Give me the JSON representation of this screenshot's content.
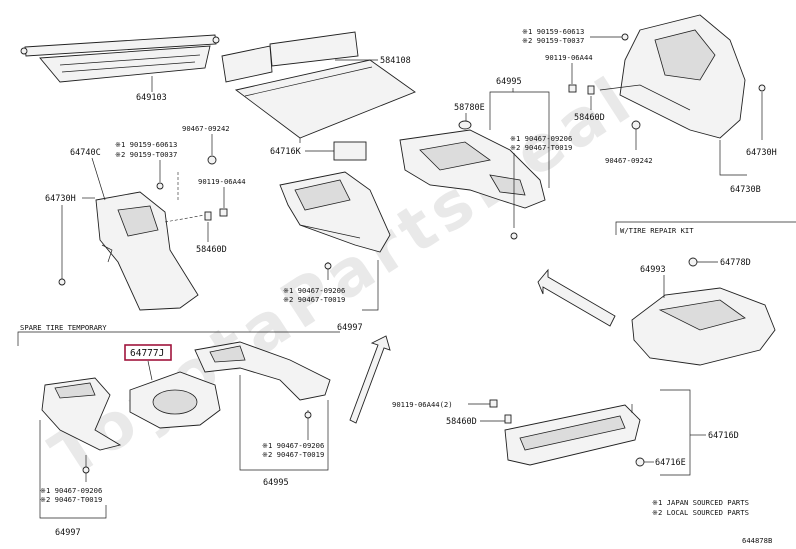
{
  "watermark": "ToyotaPartsDeal",
  "diagram_id": "644878B",
  "legend": {
    "line1": "※1 JAPAN SOURCED PARTS",
    "line2": "※2 LOCAL SOURCED PARTS"
  },
  "sections": {
    "spare_tire": "SPARE TIRE TEMPORARY",
    "wide_repair": "W/TIRE REPAIR KIT"
  },
  "labels": {
    "p649103": "649103",
    "p584108": "584108",
    "p64995_top": "64995",
    "p58780E": "58780E",
    "p90467_09206_a": "※1 90467-09206",
    "p90467_T0019_a": "※2 90467-T0019",
    "p90159_60613_tr": "※1 90159-60613",
    "p90159_T0037_tr": "※2 90159-T0037",
    "p90119_06A44_tr": "90119-06A44",
    "p58460D_tr": "58460D",
    "p90467_09242_tr": "90467-09242",
    "p64730H_r": "64730H",
    "p64730B": "64730B",
    "p64740C": "64740C",
    "p90159_60613_l": "※1 90159-60613",
    "p90159_T0037_l": "※2 90159-T0037",
    "p90467_09242_l": "90467-09242",
    "p64730H_l": "64730H",
    "p90119_06A44_l": "90119-06A44",
    "p58460D_l": "58460D",
    "p64716K": "64716K",
    "p90467_09206_c": "※1 90467-09206",
    "p90467_T0019_c": "※2 90467-T0019",
    "p64997_c": "64997",
    "p64993": "64993",
    "p64778D": "64778D",
    "p64777J": "64777J",
    "p90467_09206_m": "※1 90467-09206",
    "p90467_T0019_m": "※2 90467-T0019",
    "p64995_b": "64995",
    "p90467_09206_bl": "※1 90467-09206",
    "p90467_T0019_bl": "※2 90467-T0019",
    "p64997_bl": "64997",
    "p90119_06A44_br": "90119-06A44(2)",
    "p58460D_br": "58460D",
    "p64716D": "64716D",
    "p64716E": "64716E"
  }
}
